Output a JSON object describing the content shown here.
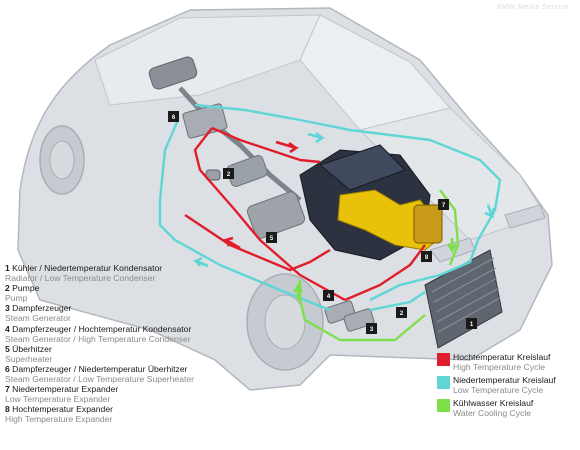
{
  "watermark": "BMW Media Service",
  "components": [
    {
      "num": "1",
      "de": "Kühler / Niedertemperatur Kondensator",
      "en": "Radiator / Low Temperature Condenser"
    },
    {
      "num": "2",
      "de": "Pumpe",
      "en": "Pump"
    },
    {
      "num": "3",
      "de": "Dampferzeuger",
      "en": "Steam Generator"
    },
    {
      "num": "4",
      "de": "Dampferzeuger / Hochtemperatur Kondensator",
      "en": "Steam Generator / High Temperature Condenser"
    },
    {
      "num": "5",
      "de": "Überhitzer",
      "en": "Superheater"
    },
    {
      "num": "6",
      "de": "Dampferzeuger / Niedertemperatur Überhitzer",
      "en": "Steam Generator / Low Temperature Superheater"
    },
    {
      "num": "7",
      "de": "Niedertemperatur Expander",
      "en": "Low Temperature Expander"
    },
    {
      "num": "8",
      "de": "Hochtemperatur Expander",
      "en": "High Temperature Expander"
    }
  ],
  "cycles": [
    {
      "de": "Hochtemperatur Kreislauf",
      "en": "High Temperature Cycle",
      "color": "#e01e2b"
    },
    {
      "de": "Niedertemperatur Kreislauf",
      "en": "Low Temperature Cycle",
      "color": "#5fd6d6"
    },
    {
      "de": "Kühlwasser Kreislauf",
      "en": "Water Cooling Cycle",
      "color": "#7de04a"
    }
  ],
  "badges": [
    "6",
    "2",
    "5",
    "4",
    "3",
    "2",
    "7",
    "8",
    "1"
  ],
  "colors": {
    "car_body": "#dcdfe3",
    "car_outline": "#b3b8bf",
    "engine": "#2c3240",
    "expander": "#e8c20a",
    "badge": "#1a1a1a"
  }
}
